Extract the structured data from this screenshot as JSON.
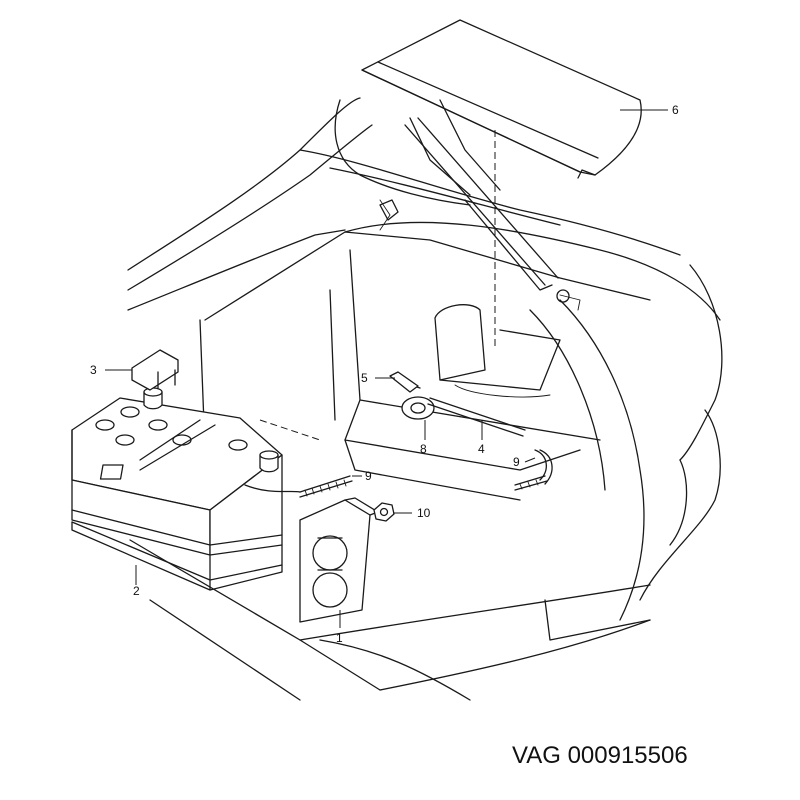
{
  "diagram": {
    "part_number": "VAG 000915506",
    "callouts": [
      {
        "id": "c1",
        "text": "1"
      },
      {
        "id": "c2",
        "text": "2"
      },
      {
        "id": "c3",
        "text": "3"
      },
      {
        "id": "c4",
        "text": "4"
      },
      {
        "id": "c5",
        "text": "5"
      },
      {
        "id": "c6",
        "text": "6"
      },
      {
        "id": "c8",
        "text": "8"
      },
      {
        "id": "c9a",
        "text": "9"
      },
      {
        "id": "c9b",
        "text": "9"
      },
      {
        "id": "c10",
        "text": "10"
      }
    ]
  }
}
